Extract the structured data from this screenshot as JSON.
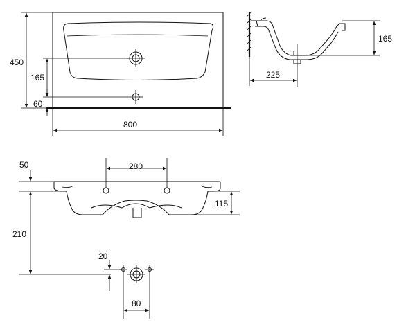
{
  "top_view": {
    "dim_width": "800",
    "dim_depth": "450",
    "dim_tap_hole_offset": "165",
    "dim_front_offset": "60"
  },
  "side_view": {
    "dim_height": "165",
    "dim_drain_offset": "225"
  },
  "front_view": {
    "dim_rim": "50",
    "dim_hole_spacing": "280",
    "dim_bowl_depth": "115",
    "dim_total_height": "210"
  },
  "detail_view": {
    "dim_small": "20",
    "dim_spacing": "80"
  },
  "colors": {
    "line": "#111111",
    "background": "#ffffff"
  }
}
